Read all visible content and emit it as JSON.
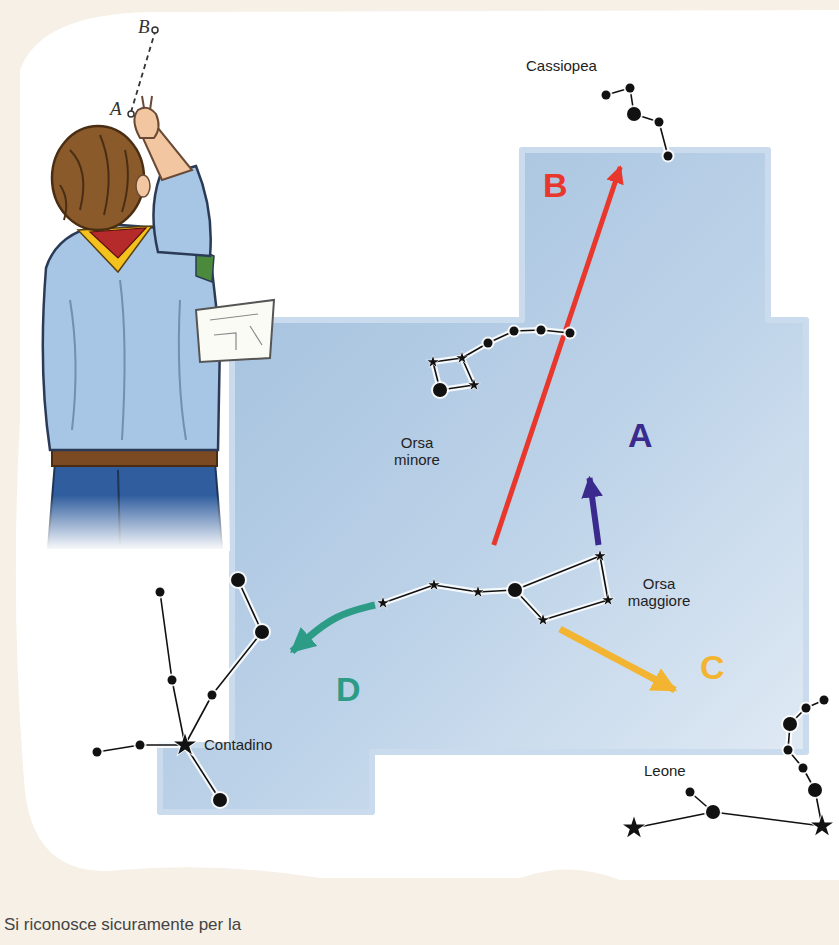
{
  "diagram": {
    "nodes": [
      {
        "text": [
          "Cassiopea"
        ]
      },
      {
        "text": [
          "Orsa minore"
        ]
      },
      {
        "text": [
          "Orsa maggiore"
        ]
      },
      {
        "text": [
          "Contadino"
        ]
      },
      {
        "text": [
          "Leone"
        ]
      }
    ],
    "edges": [
      {
        "from": 2,
        "to": 1,
        "arrow": "to",
        "label": "A"
      },
      {
        "from": 2,
        "to": 0,
        "arrow": "to",
        "label": "B"
      },
      {
        "from": 2,
        "to": 4,
        "arrow": "to",
        "label": "C"
      },
      {
        "from": 2,
        "to": 3,
        "arrow": "to",
        "label": "D"
      }
    ],
    "labels": [
      "B",
      "A",
      "Si riconosce sicuramente per la"
    ]
  }
}
